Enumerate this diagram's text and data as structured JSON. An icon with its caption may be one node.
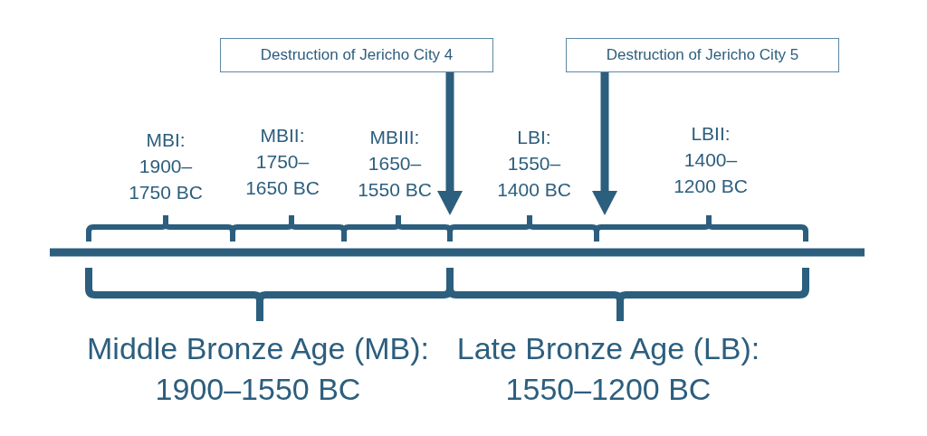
{
  "diagram": {
    "nodes": [
      {
        "text": [
          "Destruction of Jericho City 4"
        ]
      },
      {
        "text": [
          "Destruction of Jericho City 5"
        ]
      },
      {
        "text": [],
        "shape": "bracket",
        "beside": [
          "MBI: 1900–1750 BC"
        ]
      },
      {
        "text": [],
        "shape": "bracket",
        "beside": [
          "MBII: 1750–1650 BC"
        ]
      },
      {
        "text": [],
        "shape": "bracket",
        "beside": [
          "MBIII: 1650–1550 BC"
        ]
      },
      {
        "text": [],
        "shape": "bracket",
        "beside": [
          "LBI: 1550–1400 BC"
        ]
      },
      {
        "text": [],
        "shape": "bracket",
        "beside": [
          "LBII: 1400–1200 BC"
        ]
      },
      {
        "text": [],
        "shape": "bracket",
        "beside": [
          "Middle Bronze Age (MB): 1900–1550 BC"
        ]
      },
      {
        "text": [],
        "shape": "bracket",
        "beside": [
          "Late Bronze Age (LB): 1550–1200 BC"
        ]
      }
    ],
    "edges": [
      {
        "from": 0,
        "to": 4,
        "arrow": "to"
      },
      {
        "from": 1,
        "to": 6,
        "arrow": "to"
      }
    ]
  }
}
